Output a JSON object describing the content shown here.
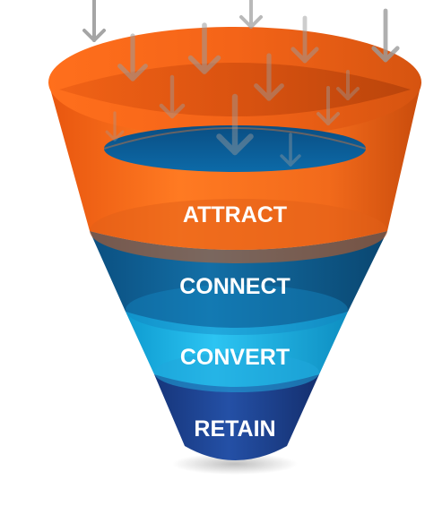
{
  "funnel": {
    "stages": [
      {
        "label": "ATTRACT",
        "color": "#F26A1B"
      },
      {
        "label": "CONNECT",
        "color": "#0C5E94"
      },
      {
        "label": "CONVERT",
        "color": "#17B4E8"
      },
      {
        "label": "RETAIN",
        "color": "#1B3E8C"
      }
    ],
    "arrow_color": "#9C9C9C",
    "arrow_icon": "down-arrow-icon"
  }
}
